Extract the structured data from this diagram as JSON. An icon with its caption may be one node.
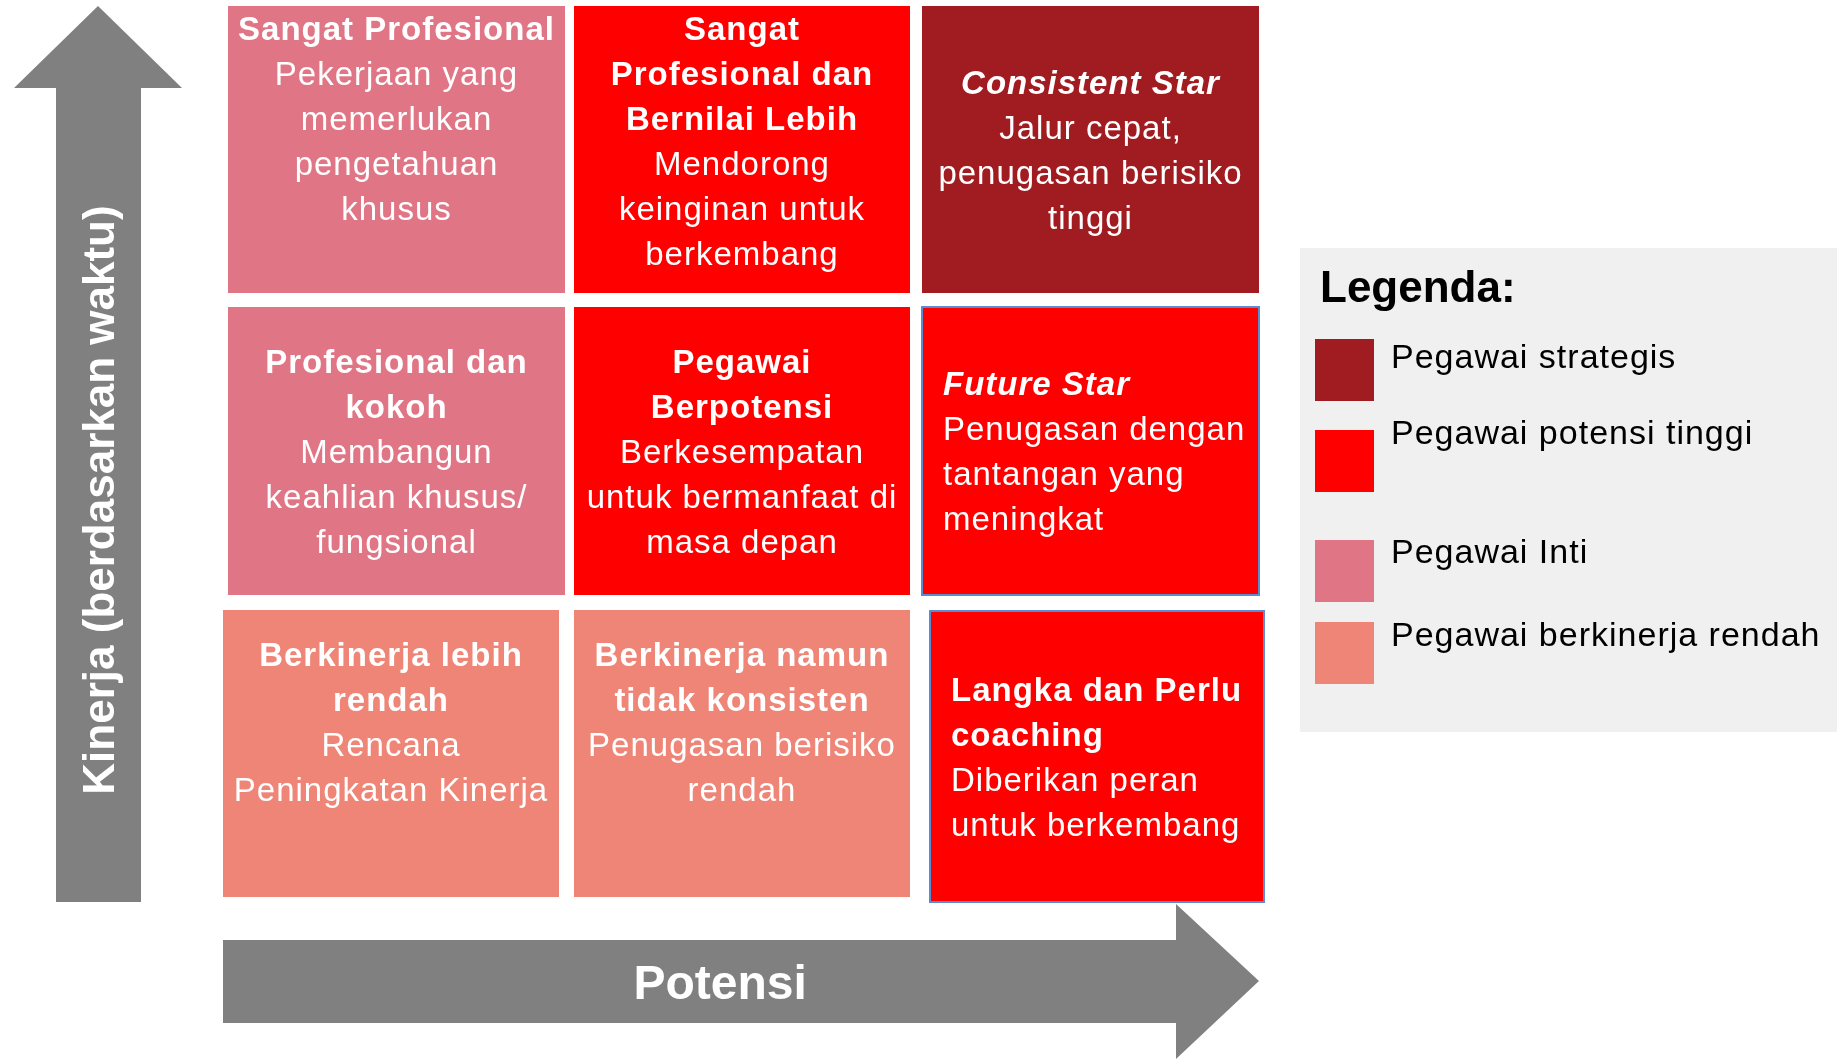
{
  "diagram": {
    "nodes": [
      {
        "text": [
          "Sangat Profesional",
          "Pekerjaan yang memerlukan pengetahuan khusus"
        ]
      },
      {
        "text": [
          "Sangat Profesional dan Bernilai Lebih",
          "Mendorong keinginan untuk berkembang"
        ]
      },
      {
        "text": [
          "Consistent Star",
          "Jalur cepat, penugasan berisiko tinggi"
        ]
      },
      {
        "text": [
          "Profesional dan kokoh",
          "Membangun keahlian khusus/ fungsional"
        ]
      },
      {
        "text": [
          "Pegawai Berpotensi",
          "Berkesempatan untuk bermanfaat di masa depan"
        ]
      },
      {
        "text": [
          "Future Star",
          "Penugasan dengan tantangan yang meningkat"
        ]
      },
      {
        "text": [
          "Berkinerja lebih rendah",
          "Rencana Peningkatan Kinerja"
        ]
      },
      {
        "text": [
          "Berkinerja namun tidak konsisten",
          "Penugasan berisiko rendah"
        ]
      },
      {
        "text": [
          "Langka dan Perlu coaching",
          "Diberikan peran untuk berkembang"
        ]
      }
    ],
    "labels": [
      "Kinerja (berdasarkan waktu)",
      "Potensi",
      "Legenda:"
    ],
    "legend": [
      {
        "text": "Pegawai strategis",
        "color": "#a01c20"
      },
      {
        "text": "Pegawai potensi tinggi",
        "color": "#ff0000"
      },
      {
        "text": "Pegawai Inti",
        "color": "#e07585"
      },
      {
        "text": "Pegawai berkinerja rendah",
        "color": "#ee8577"
      }
    ]
  }
}
